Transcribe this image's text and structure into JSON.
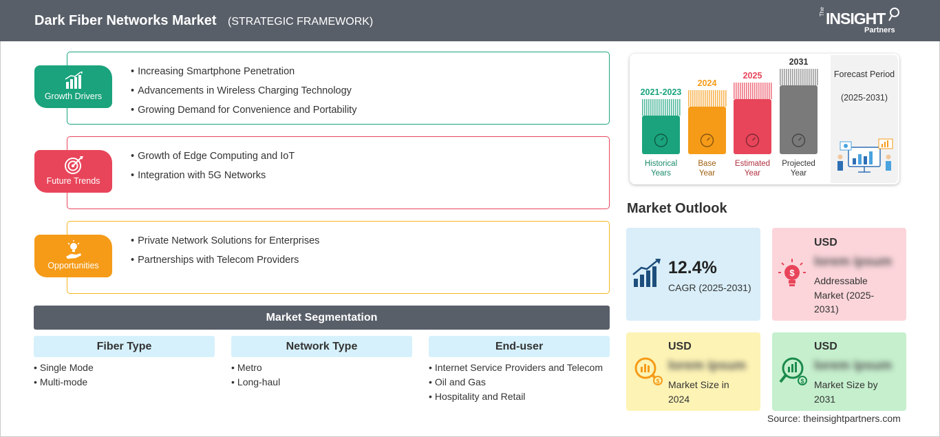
{
  "header": {
    "title": "Dark Fiber Networks Market",
    "subtitle": "(STRATEGIC FRAMEWORK)",
    "logo": {
      "the": "The",
      "insight": "INSIGHT",
      "partners": "Partners"
    }
  },
  "categories": {
    "growth_drivers": {
      "label": "Growth Drivers",
      "color": "#1aa37c",
      "icon": "bar-growth-icon",
      "items": [
        "Increasing Smartphone Penetration",
        "Advancements in Wireless Charging Technology",
        "Growing Demand for Convenience and Portability"
      ]
    },
    "future_trends": {
      "label": "Future Trends",
      "color": "#e8455a",
      "icon": "target-icon",
      "items": [
        "Growth of Edge Computing and IoT",
        "Integration with 5G Networks"
      ]
    },
    "opportunities": {
      "label": "Opportunities",
      "color": "#f59b18",
      "icon": "lightbulb-hand-icon",
      "items": [
        "Private Network Solutions for Enterprises",
        "Partnerships with Telecom Providers"
      ]
    }
  },
  "segmentation": {
    "title": "Market Segmentation",
    "columns": [
      {
        "title": "Fiber Type",
        "items": [
          "Single Mode",
          "Multi-mode"
        ]
      },
      {
        "title": "Network Type",
        "items": [
          "Metro",
          "Long-haul"
        ]
      },
      {
        "title": "End-user",
        "items": [
          "Internet Service Providers and Telecom",
          "Oil and Gas",
          "Hospitality and Retail"
        ]
      }
    ]
  },
  "timeline": {
    "bars": [
      {
        "year": "2021-2023",
        "label1": "Historical",
        "label2": "Years",
        "color": "#1aa37c",
        "icon": "history-icon"
      },
      {
        "year": "2024",
        "label1": "Base",
        "label2": "Year",
        "color": "#f59b18",
        "icon": "calendar-icon"
      },
      {
        "year": "2025",
        "label1": "Estimated",
        "label2": "Year",
        "color": "#e8455a",
        "icon": "gears-icon"
      },
      {
        "year": "2031",
        "label1": "Projected",
        "label2": "Year",
        "color": "#7a7a7a",
        "icon": "presentation-icon"
      }
    ],
    "forecast_title": "Forecast Period",
    "forecast_range": "(2025-2031)"
  },
  "outlook": {
    "title": "Market Outlook",
    "cagr": {
      "value": "12.4%",
      "label": "CAGR (2025-2031)",
      "color": "#d9eef9"
    },
    "addressable": {
      "usd": "USD",
      "value": "lorem ipsum",
      "label": "Addressable Market (2025-2031)",
      "color": "#fbd5da"
    },
    "size_2024": {
      "usd": "USD",
      "value": "lorem ipsum",
      "label": "Market Size in 2024",
      "color": "#fdf3b5"
    },
    "size_2031": {
      "usd": "USD",
      "value": "lorem ipsum",
      "label": "Market Size by 2031",
      "color": "#c5efcd"
    }
  },
  "source": "Source: theinsightpartners.com"
}
